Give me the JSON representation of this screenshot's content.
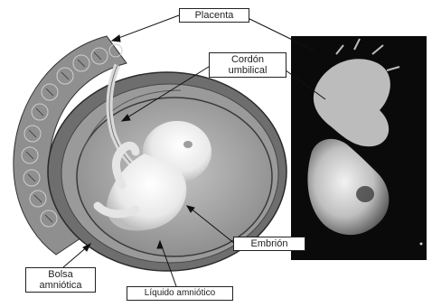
{
  "diagram": {
    "labels": {
      "placenta": "Placenta",
      "cordon_line1": "Cordón",
      "cordon_line2": "umbilical",
      "embrion": "Embrión",
      "bolsa_line1": "Bolsa",
      "bolsa_line2": "amniótica",
      "liquido": "Líquido amniótico"
    }
  },
  "colors": {
    "placenta_fill": "#8f8f8f",
    "uterus_ring": "#5a5a5a",
    "amniotic_fluid": "#a9a9a9",
    "photo_bg": "#0a0a0a"
  }
}
